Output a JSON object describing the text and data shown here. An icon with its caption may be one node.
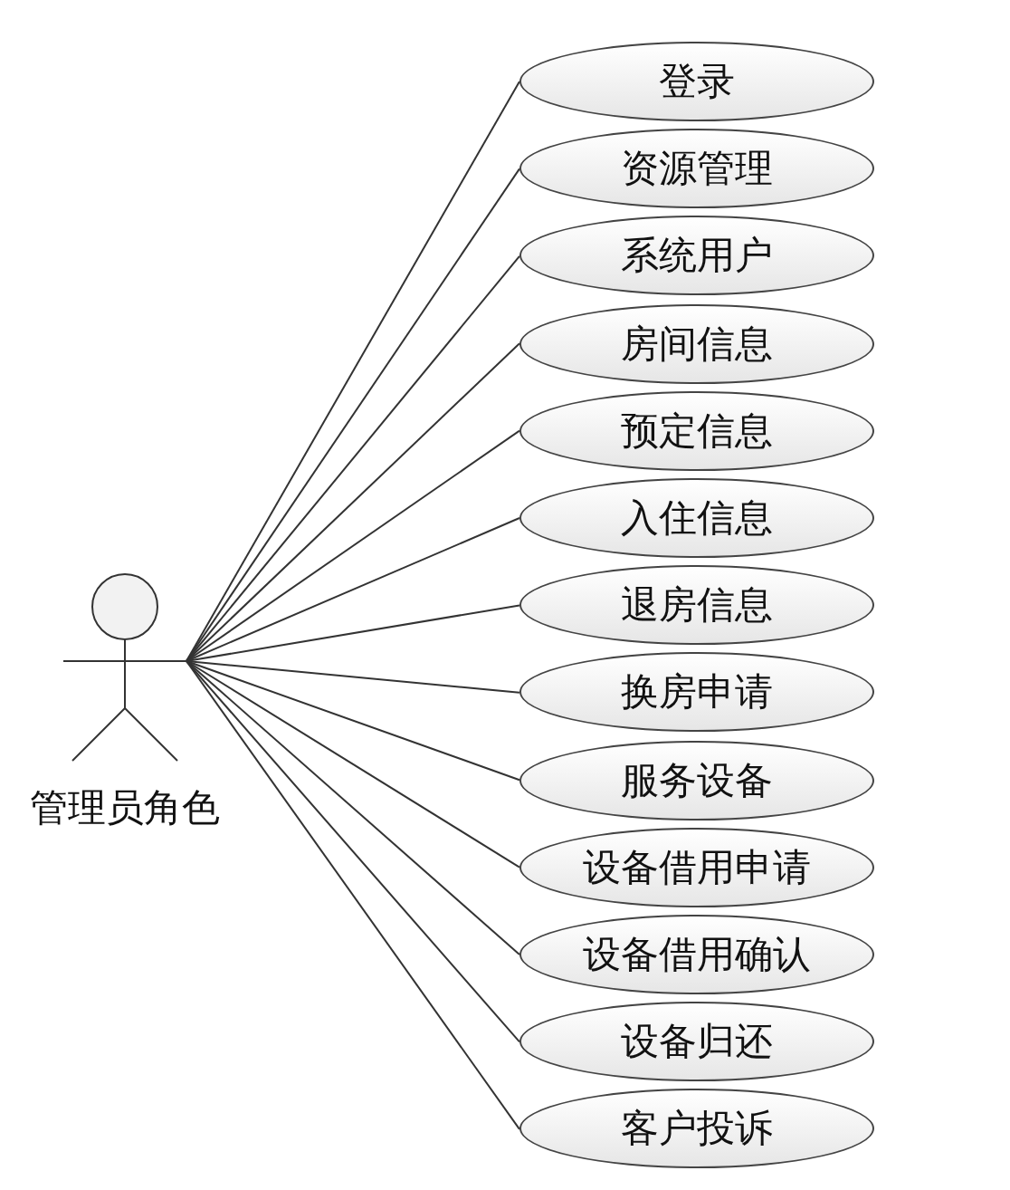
{
  "diagram": {
    "nodes": [
      {
        "text": [
          "管理员角色"
        ]
      },
      {
        "text": [
          "登录"
        ]
      },
      {
        "text": [
          "资源管理"
        ]
      },
      {
        "text": [
          "系统用户"
        ]
      },
      {
        "text": [
          "房间信息"
        ]
      },
      {
        "text": [
          "预定信息"
        ]
      },
      {
        "text": [
          "入住信息"
        ]
      },
      {
        "text": [
          "退房信息"
        ]
      },
      {
        "text": [
          "换房申请"
        ]
      },
      {
        "text": [
          "服务设备"
        ]
      },
      {
        "text": [
          "设备借用申请"
        ]
      },
      {
        "text": [
          "设备借用确认"
        ]
      },
      {
        "text": [
          "设备归还"
        ]
      },
      {
        "text": [
          "客户投诉"
        ]
      }
    ],
    "edges": [
      {
        "from": 0,
        "to": 1,
        "arrow": "none"
      },
      {
        "from": 0,
        "to": 2,
        "arrow": "none"
      },
      {
        "from": 0,
        "to": 3,
        "arrow": "none"
      },
      {
        "from": 0,
        "to": 4,
        "arrow": "none"
      },
      {
        "from": 0,
        "to": 5,
        "arrow": "none"
      },
      {
        "from": 0,
        "to": 6,
        "arrow": "none"
      },
      {
        "from": 0,
        "to": 7,
        "arrow": "none"
      },
      {
        "from": 0,
        "to": 8,
        "arrow": "none"
      },
      {
        "from": 0,
        "to": 9,
        "arrow": "none"
      },
      {
        "from": 0,
        "to": 10,
        "arrow": "none"
      },
      {
        "from": 0,
        "to": 11,
        "arrow": "none"
      },
      {
        "from": 0,
        "to": 12,
        "arrow": "none"
      },
      {
        "from": 0,
        "to": 13,
        "arrow": "none"
      }
    ]
  }
}
